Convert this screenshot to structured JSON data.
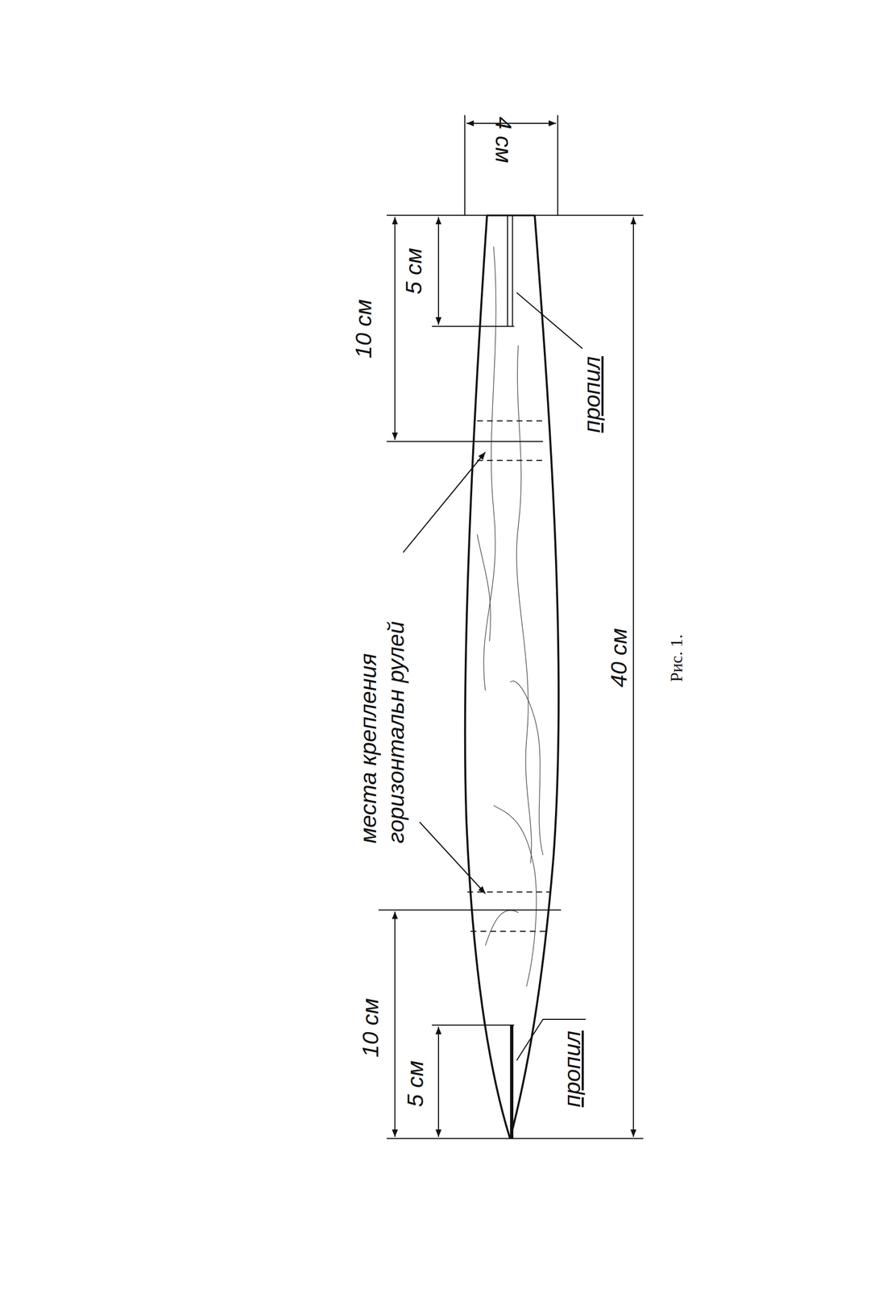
{
  "diagram": {
    "caption": "Рис. 1.",
    "labels": [
      "4 см",
      "10 см",
      "5 см",
      "пропил",
      "места крепления горизонтальн рулей",
      "40 см",
      "10 см",
      "5 см",
      "пропил"
    ]
  }
}
